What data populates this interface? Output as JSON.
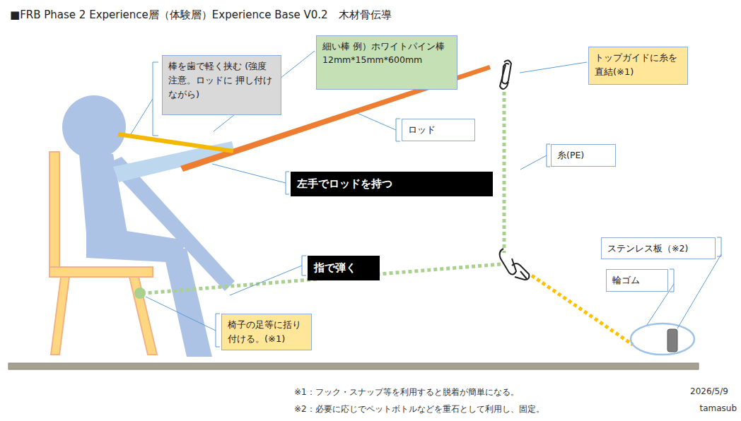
{
  "diagram": {
    "title": "■FRB Phase 2 Experience層（体験層）Experience Base V0.2　木材骨伝導",
    "nodes": [
      {
        "text": [
          "棒を歯で軽く挟む (強度注意。ロッドに 押し付けながら)"
        ]
      },
      {
        "text": [
          "細い棒 例）ホワイトパイン棒 12mm*15mm*600mm"
        ]
      },
      {
        "text": [
          "トップガイドに糸を 直結(※1)"
        ]
      },
      {
        "text": [
          "ロッド"
        ]
      },
      {
        "text": [
          "糸(PE)"
        ]
      },
      {
        "text": [
          "左手でロッドを持つ"
        ]
      },
      {
        "text": [
          "指で弾く"
        ]
      },
      {
        "text": [
          "ステンレス板（※2)"
        ]
      },
      {
        "text": [
          "輪ゴム"
        ]
      },
      {
        "text": [
          "椅子の足等に括り 付ける。(※1)"
        ]
      }
    ],
    "labels": [
      "※1：フック・スナップ等を利用すると脱着が簡単になる。",
      "※2：必要に応じでペットボトルなどを重石として利用し、固定。",
      "2026/5/9",
      "tamasub"
    ]
  }
}
